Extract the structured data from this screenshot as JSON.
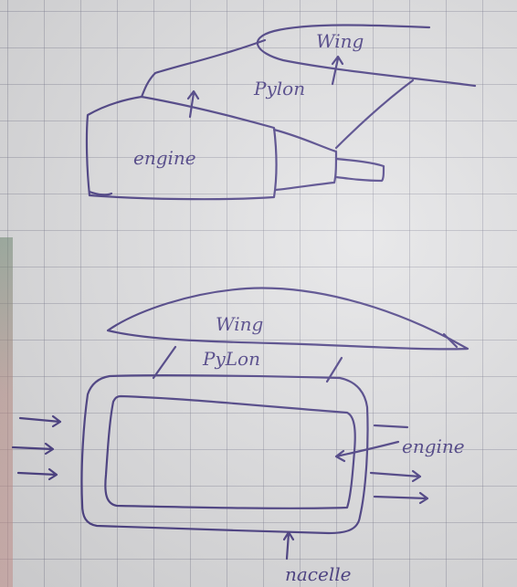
{
  "ink_color": "#4b3f86",
  "paper_color": "#e4e4e6",
  "top_sketch": {
    "wing_label": "Wing",
    "pylon_label": "Pylon",
    "engine_label": "engine"
  },
  "bottom_sketch": {
    "wing_label": "Wing",
    "pylon_label": "PyLon",
    "engine_label": "engine",
    "nacelle_label": "nacelle"
  }
}
